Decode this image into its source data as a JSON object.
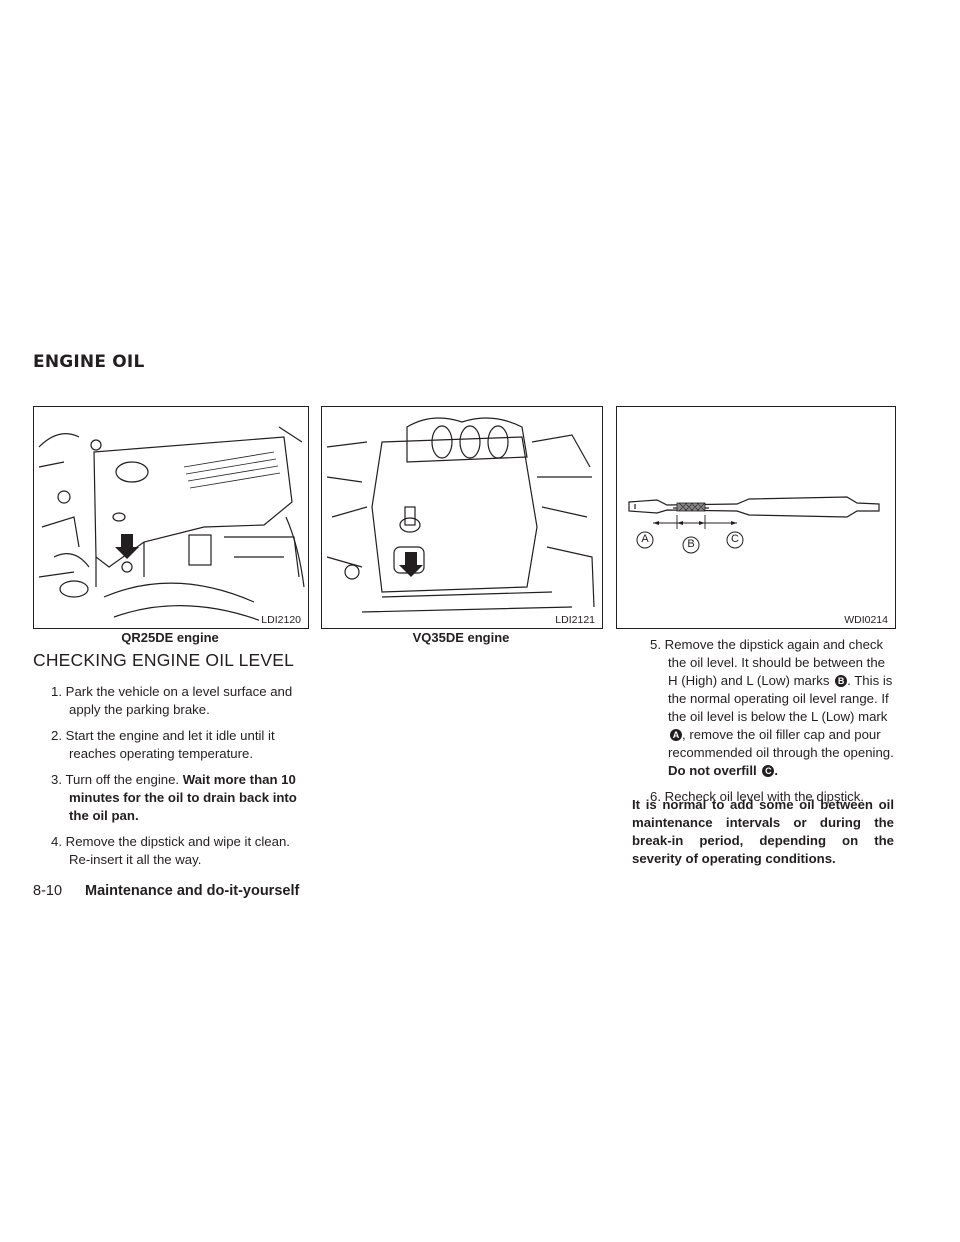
{
  "header": {
    "section_title": "ENGINE OIL"
  },
  "figures": [
    {
      "code": "LDI2120",
      "caption": "QR25DE engine"
    },
    {
      "code": "LDI2121",
      "caption": "VQ35DE engine"
    },
    {
      "code": "WDI0214",
      "caption": "",
      "labels": {
        "a": "A",
        "b": "B",
        "c": "C"
      }
    }
  ],
  "content": {
    "subheading": "CHECKING ENGINE OIL LEVEL",
    "steps": [
      {
        "num": "1.",
        "text": "Park the vehicle on a level surface and apply the parking brake."
      },
      {
        "num": "2.",
        "text": "Start the engine and let it idle until it reaches operating temperature."
      },
      {
        "num": "3.",
        "text": "Turn off the engine.",
        "bold": "Wait more than 10 minutes for the oil to drain back into the oil pan."
      },
      {
        "num": "4.",
        "text": "Remove the dipstick and wipe it clean. Re-insert it all the way."
      },
      {
        "num": "5.",
        "text_a": "Remove the dipstick again and check the oil level. It should be between the H (High) and L (Low) marks",
        "mark_b": "B",
        "text_b": ". This is the normal operating oil level range. If the oil level is below the L (Low) mark",
        "mark_a": "A",
        "text_c": ", remove the oil filler cap and pour recommended oil through the opening.",
        "bold": "Do not overfill",
        "mark_c": "C",
        "end": "."
      },
      {
        "num": "6.",
        "text": "Recheck oil level with the dipstick."
      }
    ],
    "note": "It is normal to add some oil between oil maintenance intervals or during the break-in period, depending on the severity of operating conditions."
  },
  "footer": {
    "page_number": "8-10",
    "chapter_title": "Maintenance and do-it-yourself"
  }
}
